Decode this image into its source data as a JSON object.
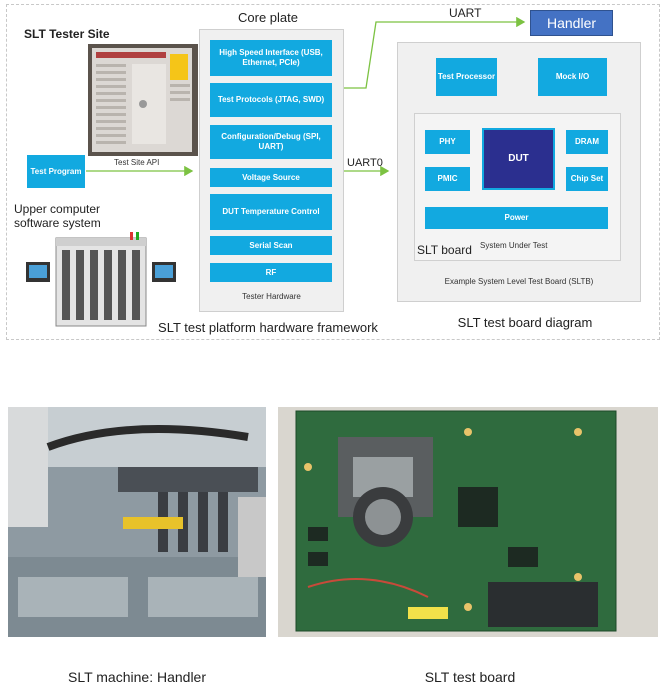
{
  "diagram": {
    "tester_site": {
      "title": "SLT Tester Site",
      "test_program": "Test Program",
      "api_label": "Test Site API",
      "upper_computer": "Upper computer software system"
    },
    "core_plate": {
      "title": "Core plate",
      "blocks": [
        "High Speed Interface (USB, Ethernet, PCIe)",
        "Test Protocols (JTAG, SWD)",
        "Configuration/Debug (SPI, UART)",
        "Voltage Source",
        "DUT Temperature Control",
        "Serial Scan",
        "RF"
      ],
      "footer": "Tester Hardware",
      "caption": "SLT test platform hardware framework"
    },
    "links": {
      "uart": "UART",
      "uart0": "UART0"
    },
    "handler": {
      "label": "Handler",
      "color": "#4472c4"
    },
    "sltb": {
      "test_processor": "Test Processor",
      "mock_io": "Mock I/O",
      "phy": "PHY",
      "pmic": "PMIC",
      "dut": "DUT",
      "dram": "DRAM",
      "chip_set": "Chip Set",
      "power": "Power",
      "slt_board": "SLT board",
      "system_under_test": "System Under Test",
      "footer": "Example System Level Test Board (SLTB)",
      "caption": "SLT test board diagram",
      "dut_color": "#2b2f8f"
    },
    "accent_color": "#12a9e0",
    "arrow_color": "#7cc242"
  },
  "photos": {
    "left_caption": "SLT machine: Handler",
    "right_caption": "SLT test board"
  }
}
